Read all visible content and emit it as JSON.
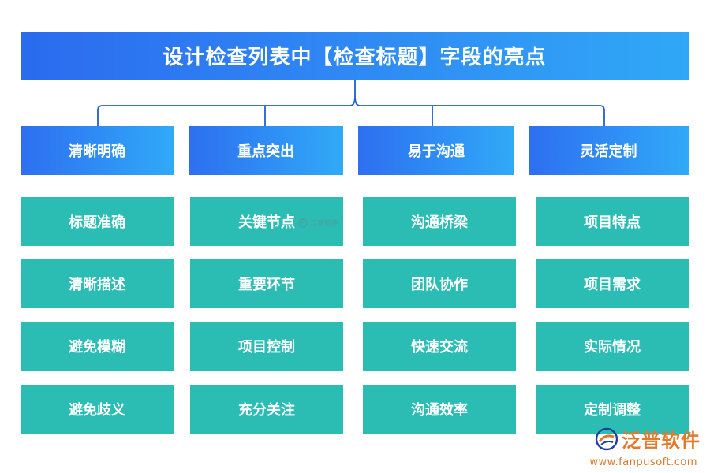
{
  "title": "设计检查列表中【检查标题】字段的亮点",
  "categories": [
    {
      "label": "清晰明确",
      "items": [
        "标题准确",
        "清晰描述",
        "避免模糊",
        "避免歧义"
      ]
    },
    {
      "label": "重点突出",
      "items": [
        "关键节点",
        "重要环节",
        "项目控制",
        "充分关注"
      ]
    },
    {
      "label": "易于沟通",
      "items": [
        "沟通桥梁",
        "团队协作",
        "快速交流",
        "沟通效率"
      ]
    },
    {
      "label": "灵活定制",
      "items": [
        "项目特点",
        "项目需求",
        "实际情况",
        "定制调整"
      ]
    }
  ],
  "watermark": {
    "inline_text": "泛普软件"
  },
  "logo": {
    "name": "泛普软件",
    "url": "www.fanpusoft.com"
  },
  "colors": {
    "title_blue": "#2f86f4",
    "category_blue": "#2f8ff5",
    "item_teal": "#2bbcb4",
    "connector": "#1f5fd6",
    "logo_orange": "#e07a2c"
  }
}
